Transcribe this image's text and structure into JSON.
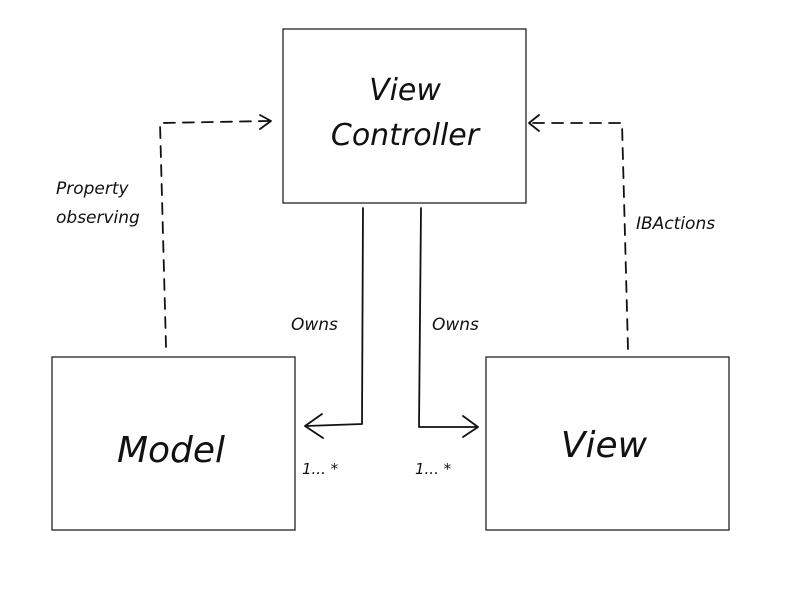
{
  "nodes": {
    "view_controller": {
      "line1": "View",
      "line2": "Controller"
    },
    "model": {
      "label": "Model"
    },
    "view": {
      "label": "View"
    }
  },
  "edges": {
    "property_observing": {
      "line1": "Property",
      "line2": "observing",
      "style": "dashed"
    },
    "ibactions": {
      "label": "IBActions",
      "style": "dashed"
    },
    "owns_model": {
      "label": "Owns",
      "multiplicity": "1... *",
      "style": "solid"
    },
    "owns_view": {
      "label": "Owns",
      "multiplicity": "1... *",
      "style": "solid"
    }
  }
}
